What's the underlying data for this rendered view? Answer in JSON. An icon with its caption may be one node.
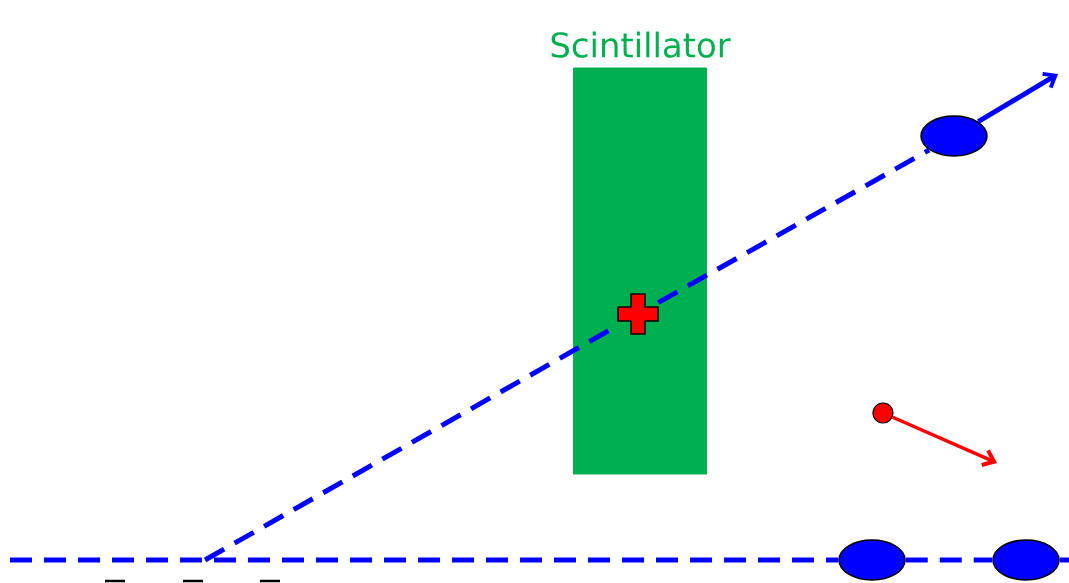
{
  "diagram": {
    "nodes": [
      {
        "text": [
          "Scintillator"
        ]
      },
      {
        "text": [],
        "shape": "cross",
        "in": 0
      },
      {
        "text": [],
        "shape": "ellipse"
      },
      {
        "text": [],
        "shape": "ellipse"
      },
      {
        "text": [],
        "shape": "ellipse"
      },
      {
        "text": [],
        "shape": "circle"
      }
    ],
    "edges": [
      {
        "from": null,
        "to": 3,
        "arrow": "none",
        "style": "dashed"
      },
      {
        "from": 3,
        "to": 4,
        "arrow": "none",
        "style": "dashed"
      },
      {
        "from": 4,
        "to": null,
        "arrow": "none",
        "style": "dashed"
      },
      {
        "from": null,
        "to": 1,
        "arrow": "none",
        "style": "dashed"
      },
      {
        "from": 1,
        "to": 2,
        "arrow": "none",
        "style": "dashed"
      },
      {
        "from": 2,
        "to": null,
        "arrow": "to"
      },
      {
        "from": 5,
        "to": null,
        "arrow": "to",
        "color": "#ff0000"
      }
    ]
  }
}
